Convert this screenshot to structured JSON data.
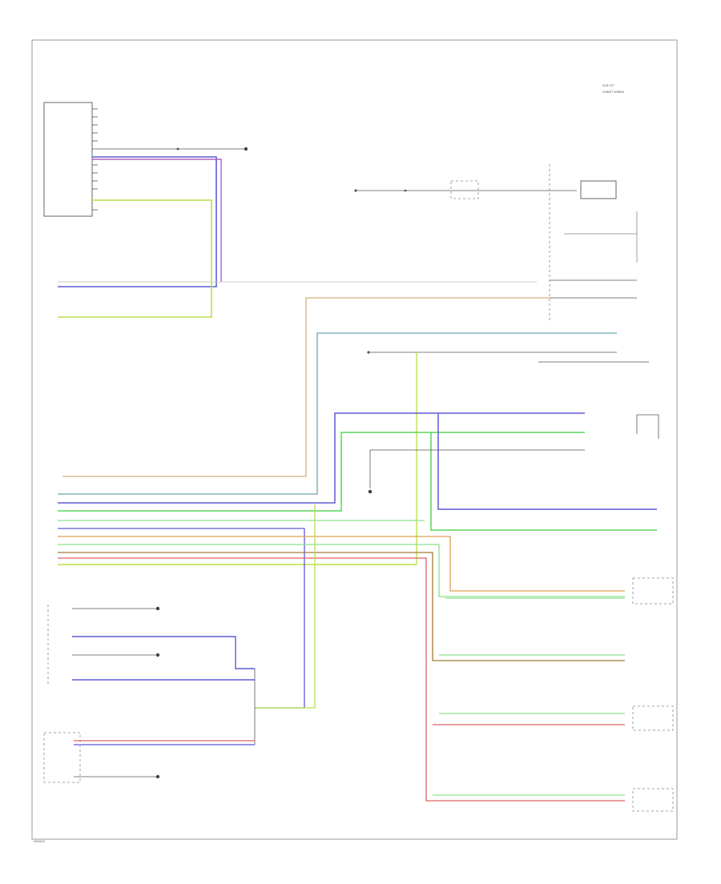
{
  "diagram": {
    "top_right_legend": [
      "SUB LOT",
      "SUBSET WIRING"
    ],
    "footer_code": "WD000"
  },
  "colors": {
    "blue": "#5b5bd6",
    "violet": "#b060c0",
    "yellow_green": "#b8e04a",
    "green": "#5ad65a",
    "light_green": "#8de08d",
    "teal": "#6aa6b0",
    "tan": "#d9b07a",
    "brown": "#a07a3a",
    "red": "#e06060",
    "orange": "#e0a050",
    "black": "#555555"
  }
}
